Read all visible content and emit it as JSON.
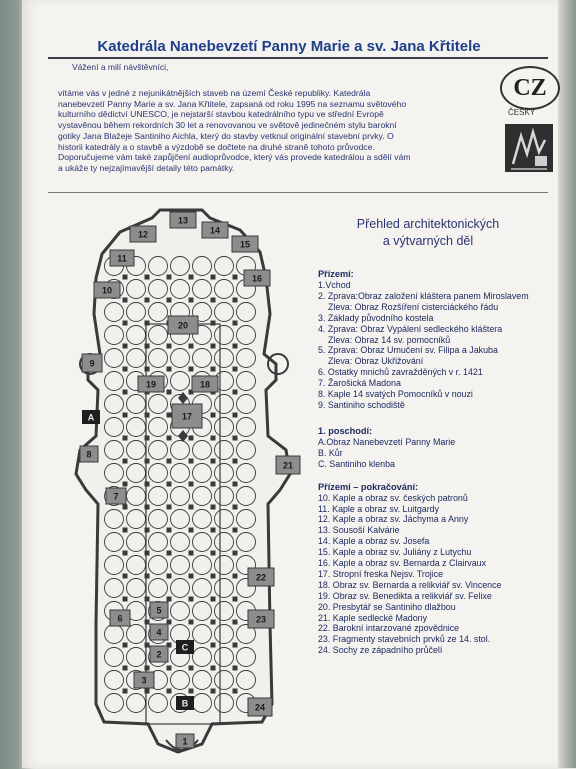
{
  "header": {
    "title": "Katedrála Nanebevzetí Panny Marie a sv. Jana Křtitele",
    "greeting": "Vážení a milí návštěvníci,",
    "intro_lines": [
      "vítáme vás v jedné z nejunikátnějších staveb na území České republiky. Katedrála",
      "nanebevzetí Panny Marie a sv. Jana Křtitele, zapsaná od roku 1995 na seznamu světového",
      "kulturního dědictví UNESCO, je nejstarší stavbou katedrálního typu ve střední Evropě",
      "vystavěnou během rekordních 30 let a renovovanou ve světově jedinečném stylu barokní",
      "gotiky Jana Blažeje Santiniho Aichla, který do stavby vetknul originální stavební prvky. O",
      "historii katedrály a o stavbě a výzdobě se dočtete na druhé straně tohoto průvodce.",
      "Doporučujeme vám také zapůjčení audioprůvodce, který vás provede katedrálou a sdělí vám",
      "a ukáže ty nejzajímavější detaily této památky."
    ],
    "lang_code": "CZ",
    "lang_label": "ČESKY"
  },
  "floor_plan": {
    "numbers": [
      "1",
      "2",
      "3",
      "4",
      "5",
      "6",
      "7",
      "8",
      "9",
      "10",
      "11",
      "12",
      "13",
      "14",
      "15",
      "16",
      "17",
      "18",
      "19",
      "20",
      "21",
      "22",
      "23",
      "24"
    ],
    "letters": [
      "A",
      "B",
      "C"
    ]
  },
  "toc": {
    "title_line1": "Přehled architektonických",
    "title_line2": "a výtvarných děl",
    "ground_heading": "Přízemí:",
    "ground_items": [
      {
        "text": "1.Vchod",
        "sub": false
      },
      {
        "text": "2. Zprava:Obraz založení kláštera panem Miroslavem",
        "sub": false
      },
      {
        "text": "Zleva: Obraz Rozšíření cisterciáckého řádu",
        "sub": true
      },
      {
        "text": "3. Základy původního kostela",
        "sub": false
      },
      {
        "text": "4. Zprava: Obraz Vypálení sedleckého kláštera",
        "sub": false
      },
      {
        "text": "Zleva: Obraz 14 sv. pomocníků",
        "sub": true
      },
      {
        "text": "5. Zprava: Obraz Umučení sv. Filipa a Jakuba",
        "sub": false
      },
      {
        "text": "Zleva: Obraz Ukřižování",
        "sub": true
      },
      {
        "text": "6. Ostatky mnichů zavražděných v r. 1421",
        "sub": false
      },
      {
        "text": "7. Žarošická Madona",
        "sub": false
      },
      {
        "text": "8. Kaple 14 svatých Pomocníků v nouzi",
        "sub": false
      },
      {
        "text": "9. Santiniho schodiště",
        "sub": false
      }
    ],
    "floor1_heading": "1. poschodí:",
    "floor1_items": [
      "A.Obraz Nanebevzetí Panny Marie",
      "B. Kůr",
      "C. Santiniho klenba"
    ],
    "cont_heading": "Přízemí – pokračování:",
    "cont_items": [
      "10. Kaple a obraz sv. českých patronů",
      "11. Kaple a obraz sv. Luitgardy",
      "12. Kaple a obraz sv. Jáchyma a Anny",
      "13. Sousoší Kalvárie",
      "14. Kaple a obraz sv. Josefa",
      "15. Kaple a obraz sv. Juliány z Lutychu",
      "16. Kaple a obraz sv. Bernarda z Clairvaux",
      "17. Stropní freska Nejsv. Trojice",
      "18. Obraz sv. Bernarda a relikviář sv. Vincence",
      "19. Obraz sv. Benedikta a relikviář sv. Felixe",
      "20. Presbytář se Santiniho dlažbou",
      "21. Kaple sedlecké Madony",
      "22. Barokní intarzované zpovědnice",
      "23. Fragmenty stavebních prvků ze 14. stol.",
      "24. Sochy ze západního průčelí"
    ]
  },
  "colors": {
    "ink": "#1f2a60",
    "title": "#1e3f8a",
    "plan": "#3a3a3a",
    "number_box": "#8d8d8d"
  }
}
